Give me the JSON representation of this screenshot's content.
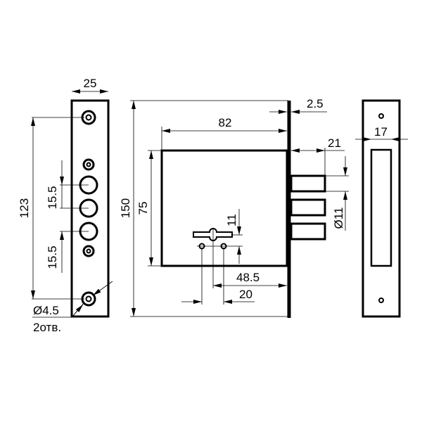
{
  "title": "Mortise lock technical drawing",
  "colors": {
    "line": "#000000",
    "background": "#ffffff"
  },
  "faceplate": {
    "width": "25",
    "hole_spacing_total": "123",
    "spacing_top": "15.5",
    "spacing_bottom": "15.5",
    "hole_diameter": "Ø4.5",
    "hole_count": "2отв."
  },
  "body": {
    "total_height": "150",
    "body_width": "82",
    "body_height": "75",
    "plate_thickness": "2.5",
    "bolt_projection": "21",
    "bolt_diameter": "Ø11",
    "keyhole_offset": "11",
    "backset": "48.5",
    "hole_distance": "20"
  },
  "strike_plate": {
    "width": "17"
  }
}
